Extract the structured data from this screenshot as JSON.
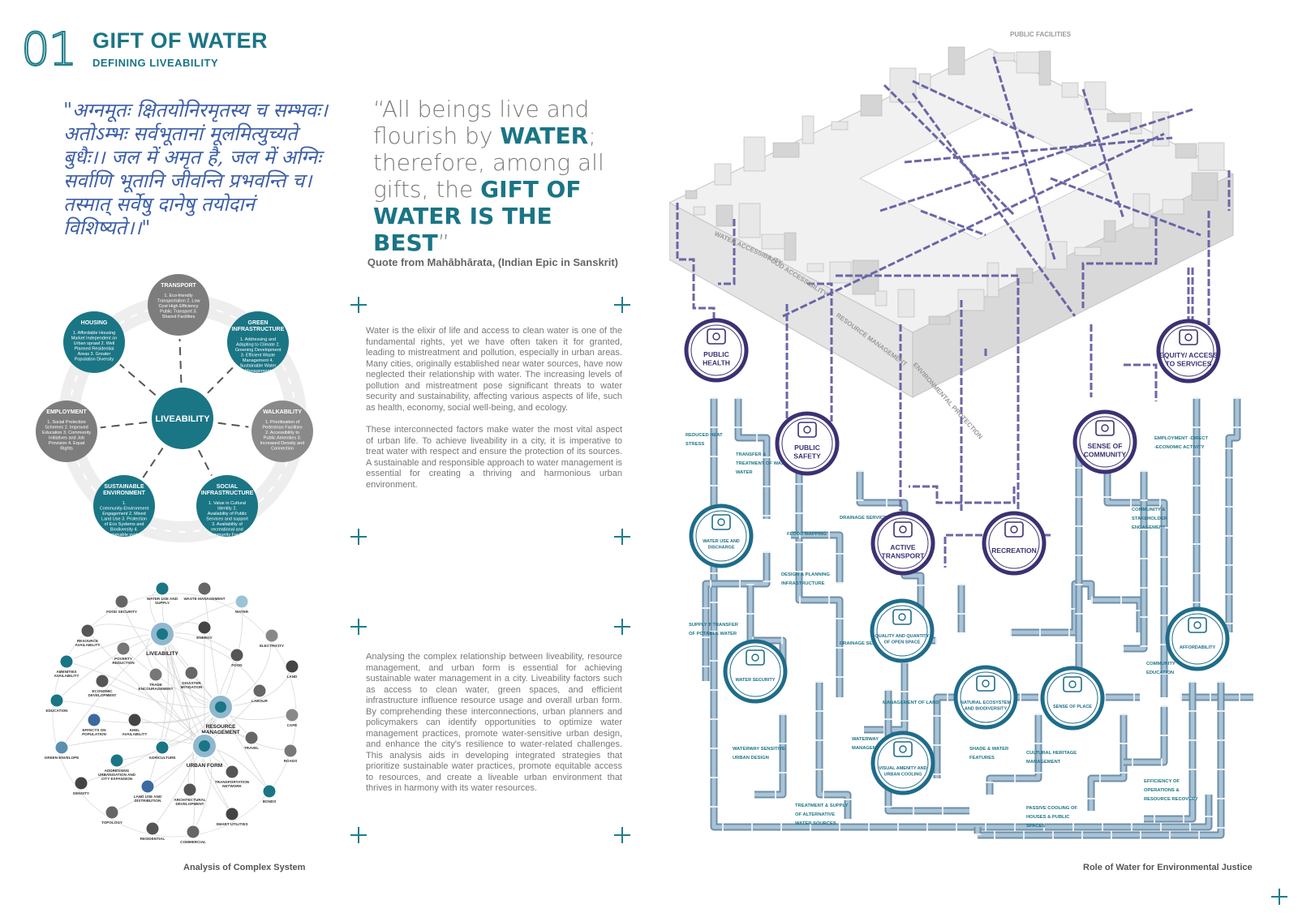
{
  "header": {
    "number": "01",
    "title": "GIFT OF WATER",
    "subtitle": "DEFINING LIVEABILITY"
  },
  "sanskrit_quote": "\"अग्नमूतः क्षितयोनिरमृतस्य च सम्भवः। अतोऽम्भः सर्वभूतानां मूलमित्युच्यते बुधैः।। जल में अमृत है, जल में अग्निः सर्वाणि भूतानि जीवन्ति प्रभवन्ति च। तस्मात् सर्वेषु दानेषु तयोदानं विशिष्यते।।\"",
  "english_quote": {
    "p1": "“All beings live and flourish by ",
    "h1": "WATER",
    "p2": "; therefore, among all gifts, the ",
    "h2": "GIFT OF WATER IS THE BEST",
    "p3": "”"
  },
  "quote_source": "Quote from Mahābhārata, (Indian Epic in Sanskrit)",
  "paragraphs": {
    "p1a": "Water is the elixir of life and access to clean water is one of the fundamental rights, yet we have often taken it for granted, leading to mistreatment and pollution, especially in urban areas. Many cities, originally established near water sources, have now neglected their relationship with water. The increasing levels of pollution and mistreatment pose significant threats to water security and sustainability, affecting various aspects of life, such as health, economy, social well-being, and ecology.",
    "p1b": "These interconnected factors make water the most vital aspect of urban life. To achieve liveability in a city, it is imperative to treat water with respect and ensure the protection of its sources. A sustainable and responsible approach to water management is essential for creating a thriving and harmonious urban environment.",
    "p2": "Analysing the complex relationship between liveability, resource management, and urban form is essential for achieving sustainable water management in a city. Liveability factors such as access to clean water, green spaces, and efficient infrastructure influence resource usage and overall urban form. By comprehending these interconnections, urban planners and policymakers can identify opportunities to optimize water management practices, promote water-sensitive urban design, and enhance the city's resilience to water-related challenges. This analysis aids in developing integrated strategies that prioritize sustainable water practices, promote equitable access to resources, and create a liveable urban environment that thrives in harmony with its water resources."
  },
  "liveability_wheel": {
    "center": "LIVEABILITY",
    "nodes": [
      {
        "title": "TRANSPORT",
        "text": "1. Eco-friendly Transportation 2. Low Cost High Efficiency Public Transport 3. Shared Facilities",
        "color": "#7d7d7d"
      },
      {
        "title": "GREEN INFRASTRUCTURE",
        "text": "1. Addressing and Adapting to Climate 2. Greening Development 3. Efficient Waste Management 4. Sustainable Water Management",
        "color": "#1a7585"
      },
      {
        "title": "WALKABILITY",
        "text": "1. Prioritisation of Pedestrian Facilities 2. Accessibility to Public Amenities 3. Increased Density and Connection",
        "color": "#8a8a8a"
      },
      {
        "title": "SOCIAL INFRASTRUCTURE",
        "text": "1. Value in Cultural Identity 2. Availability of Public Services and support 3. Availability of recreational and community Facility",
        "color": "#1a7585"
      },
      {
        "title": "SUSTAINABLE ENVIRONMENT",
        "text": "1. Community-Environment Engagement 2. Mixed Land Use 3. Protection of Eco Systems and Biodiversity 4. Sustainable system Management",
        "color": "#1a7585"
      },
      {
        "title": "EMPLOYMENT",
        "text": "1. Social Protection Schemes 2. Improved Education 3. Community Initiatives and Job Provision 4. Equal Rights",
        "color": "#7d7d7d"
      },
      {
        "title": "HOUSING",
        "text": "1. Affordable Housing Market Independent on Urban sprawl 2. Well Planned Residential Areas 3. Greater Population Diversity",
        "color": "#1a7585"
      }
    ]
  },
  "network": {
    "hubs": [
      "LIVEABILITY",
      "RESOURCE MANAGEMENT",
      "URBAN FORM"
    ],
    "nodes": [
      "WATER USE AND SUPPLY",
      "WASTE MANAGEMENT",
      "WATER",
      "FOOD SECURITY",
      "ENERGY",
      "ELECTRICITY",
      "RESOURCE AVAILABILITY",
      "POVERTY REDUCTION",
      "AMENITIES AVAILABILITY",
      "DISASTER MITIGATION",
      "FOOD",
      "LAND",
      "TRADE ENCOURAGEMENT",
      "ECONOMIC DEVELOPMENT",
      "LABOUR",
      "CAPE",
      "EDUCATION",
      "EFFECTS ON POPULATION",
      "TRAVEL",
      "KHEL AVAILABILITY",
      "AGRICULTURE",
      "ROADS",
      "GREEN ENVELOPE",
      "ADDRESSING URBANISATION AND CITY EXPANSION",
      "TRANSPORTATION NETWORK",
      "DENSITY",
      "LAND USE AND DISTRIBUTION",
      "ARCHITECTURAL DEVELOPMENT",
      "BONDS",
      "TOPOLOGY",
      "SMART UTILITIES",
      "RESIDENTIAL",
      "COMMERCIAL"
    ]
  },
  "water_diagram": {
    "circles": [
      {
        "label1": "PUBLIC",
        "label2": "HEALTH",
        "variant": "dark"
      },
      {
        "label1": "PUBLIC",
        "label2": "SAFETY",
        "variant": "dark"
      },
      {
        "label1": "ACTIVE",
        "label2": "TRANSPORT",
        "variant": "dark"
      },
      {
        "label1": "RECREATION",
        "label2": "",
        "variant": "dark"
      },
      {
        "label1": "SENSE OF",
        "label2": "COMMUNITY",
        "variant": "dark"
      },
      {
        "label1": "EQUITY/ ACCESS",
        "label2": "TO SERVICES",
        "variant": "dark"
      },
      {
        "label1": "WATER USE AND",
        "label2": "DISCHARGE",
        "variant": "teal"
      },
      {
        "label1": "QUALITY AND QUANTITY",
        "label2": "OF OPEN SPACE",
        "variant": "teal"
      },
      {
        "label1": "WATER SECURITY",
        "label2": "",
        "variant": "teal"
      },
      {
        "label1": "NATURAL ECOSYSTEM",
        "label2": "AND BIODIVERSITY",
        "variant": "teal"
      },
      {
        "label1": "SENSE OF PLACE",
        "label2": "",
        "variant": "teal"
      },
      {
        "label1": "AFFORDABILITY",
        "label2": "",
        "variant": "teal"
      },
      {
        "label1": "VISUAL AMENITY AND",
        "label2": "URBAN COOLING",
        "variant": "teal"
      }
    ],
    "pipe_labels": [
      "REDUCED HEAT STRESS",
      "TRANSFER & TREATMENT OF WASTE WATER",
      "DRAINAGE SERVICES",
      "FLOOD MAPPING",
      "DESIGN & PLANNING INFRASTRUCTURE",
      "EMPLOYMENT -DIRECT -ECONOMIC ACTIVITY",
      "COMMUNITY & STAKEHOLDER ENGAGEMENT",
      "SUPPLY T TRANSFER OF POTABLE WATER",
      "DRAINAGE SERVICES",
      "MANAGEMENT OF LAND",
      "COMMUNITY EDUCATION",
      "WATERWAY SENSITIVE URBAN DESIGN",
      "WATERWAY MANAGEMENT",
      "SHADE & WATER FEATURES",
      "CULTURAL HERITAGE MANAGEMENT",
      "EFFICIENCY OF OPERATIONS & RESOURCE RECOVERY",
      "TREATMENT & SUPPLY OF ALTERNATIVE WATER SOURCES",
      "PASSIVE COOLING OF HOUSES & PUBLIC SPACES"
    ],
    "model_labels": [
      "PUBLIC FACILITIES",
      "ENVIRONMENTAL PROTECTION",
      "RESOURCE MANAGEMENT",
      "FOOD ACCESSIBILITY",
      "WATER ACCESSIBILITY"
    ]
  },
  "captions": {
    "left": "Analysis of Complex System",
    "right": "Role of Water for Environmental Justice"
  },
  "colors": {
    "teal": "#1a7585",
    "purple": "#3b3173",
    "pipe": "#8aa9bf",
    "grey": "#7d7d7d"
  }
}
